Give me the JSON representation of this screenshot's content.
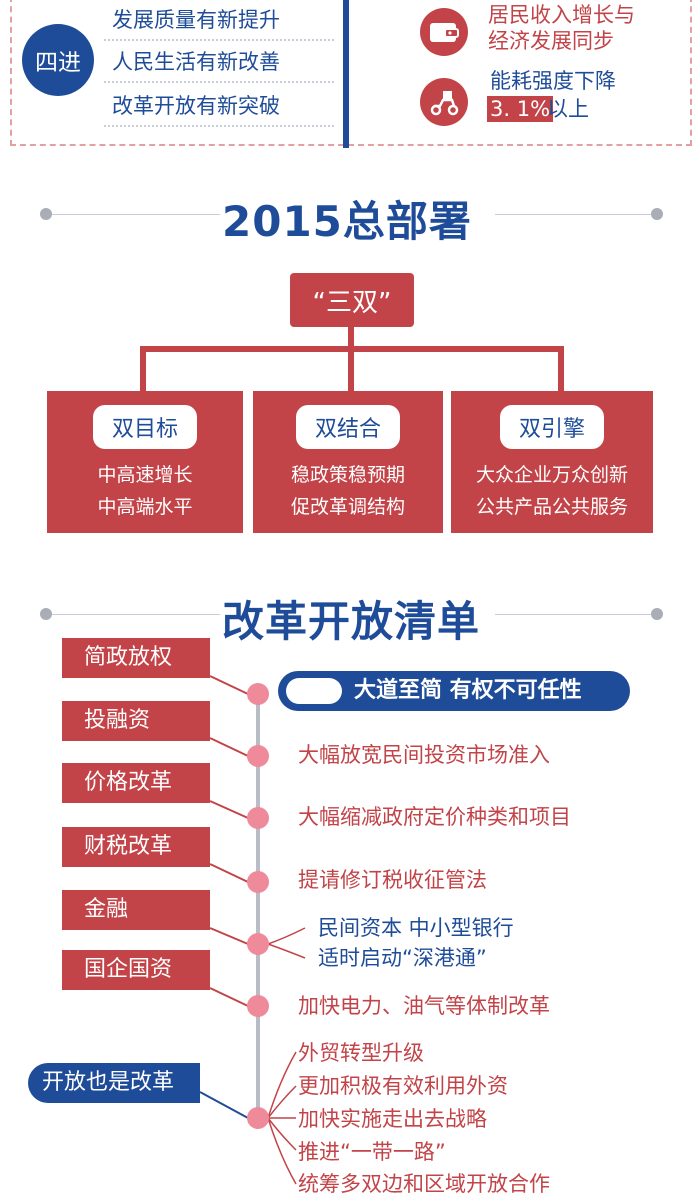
{
  "top": {
    "badge": "四进",
    "lines": [
      "发展质量有新提升",
      "人民生活有新改善",
      "改革开放有新突破"
    ],
    "income_l1": "居民收入增长与",
    "income_l2": "经济发展同步",
    "energy_l1": "能耗强度下降",
    "energy_pct": "3. 1%",
    "energy_suffix": "以上"
  },
  "deploy": {
    "title": "2015总部署",
    "root": "“三双”",
    "boxes": [
      {
        "label": "双目标",
        "line1": "中高速增长",
        "line2": "中高端水平"
      },
      {
        "label": "双结合",
        "line1": "稳政策稳预期",
        "line2": "促改革调结构"
      },
      {
        "label": "双引擎",
        "line1": "大众企业万众创新",
        "line2": "公共产品公共服务"
      }
    ]
  },
  "reform": {
    "title": "改革开放清单",
    "labels": [
      "简政放权",
      "投融资",
      "价格改革",
      "财税改革",
      "金融",
      "国企国资",
      "开放也是改革"
    ],
    "slogan": "大道至简 有权不可任性",
    "items": {
      "investment": "大幅放宽民间投资市场准入",
      "price": "大幅缩减政府定价种类和项目",
      "tax": "提请修订税收征管法",
      "finance_1": "民间资本 中小型银行",
      "finance_2": "适时启动“深港通”",
      "soe": "加快电力、油气等体制改革",
      "open": [
        "外贸转型升级",
        "更加积极有效利用外资",
        "加快实施走出去战略",
        "推进“一带一路”",
        "统筹多双边和区域开放合作"
      ]
    }
  },
  "colors": {
    "blue": "#1f4c99",
    "red": "#c24448",
    "pink": "#ee8a9a"
  }
}
